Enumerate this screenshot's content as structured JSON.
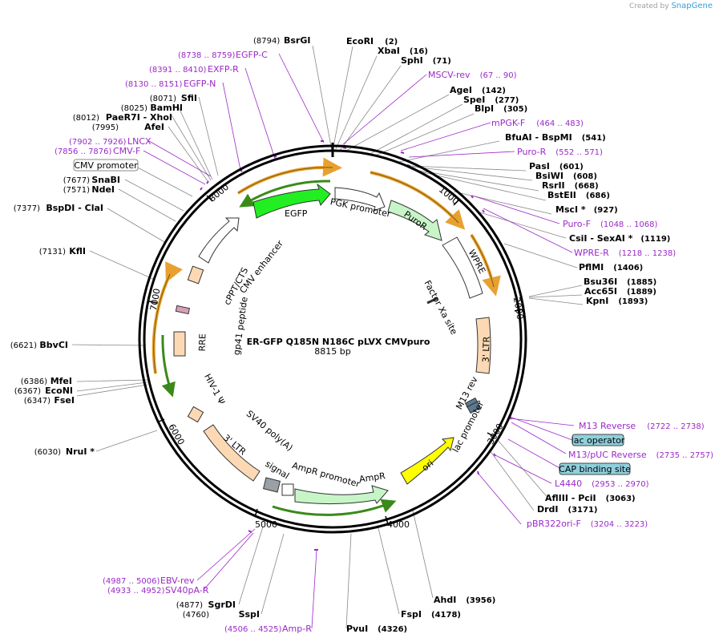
{
  "credit": {
    "prefix": "Created by",
    "brand": "SnapGene"
  },
  "plasmid": {
    "name": "ER-GFP Q185N N186C pLVX CMVpuro",
    "size": "8815 bp"
  },
  "ticks": [
    "1000",
    "2000",
    "3000",
    "4000",
    "5000",
    "6000",
    "7000",
    "8000"
  ],
  "enzymes": {
    "bsrgi": {
      "pos": "(8794)",
      "name": "BsrGI"
    },
    "ecori": {
      "name": "EcoRI",
      "pos": "(2)"
    },
    "xbai": {
      "name": "XbaI",
      "pos": "(16)"
    },
    "sphi": {
      "name": "SphI",
      "pos": "(71)"
    },
    "agei": {
      "name": "AgeI",
      "pos": "(142)"
    },
    "spei": {
      "name": "SpeI",
      "pos": "(277)"
    },
    "blpi": {
      "name": "BlpI",
      "pos": "(305)"
    },
    "bfuai": {
      "name": "BfuAI",
      "sep": " - ",
      "name2": "BspMI",
      "pos": "(541)"
    },
    "pasi": {
      "name": "PasI",
      "pos": "(601)"
    },
    "bsiwi": {
      "name": "BsiWI",
      "pos": "(608)"
    },
    "rsrii": {
      "name": "RsrII",
      "pos": "(668)"
    },
    "bsteii": {
      "name": "BstEII",
      "pos": "(686)"
    },
    "msci": {
      "name": "MscI *",
      "pos": "(927)"
    },
    "csii": {
      "name": "CsiI",
      "sep": " - ",
      "name2": "SexAI *",
      "pos": "(1119)"
    },
    "pflmi": {
      "name": "PflMI",
      "pos": "(1406)"
    },
    "bsu36i": {
      "name": "Bsu36I",
      "pos": "(1885)"
    },
    "acc65i": {
      "name": "Acc65I",
      "pos": "(1889)"
    },
    "kpni": {
      "name": "KpnI",
      "pos": "(1893)"
    },
    "afliii": {
      "name": "AflIII",
      "sep": " - ",
      "name2": "PciI",
      "pos": "(3063)"
    },
    "drdi": {
      "name": "DrdI",
      "pos": "(3171)"
    },
    "ahdi": {
      "name": "AhdI",
      "pos": "(3956)"
    },
    "fspi": {
      "name": "FspI",
      "pos": "(4178)"
    },
    "pvui": {
      "name": "PvuI",
      "pos": "(4326)"
    },
    "sspi": {
      "pos": "(4760)",
      "name": "SspI"
    },
    "sgrdi": {
      "pos": "(4877)",
      "name": "SgrDI"
    },
    "nrui": {
      "pos": "(6030)",
      "name": "NruI *"
    },
    "fsei": {
      "pos": "(6347)",
      "name": "FseI"
    },
    "econi": {
      "pos": "(6367)",
      "name": "EcoNI"
    },
    "mfei": {
      "pos": "(6386)",
      "name": "MfeI"
    },
    "bbvci": {
      "pos": "(6621)",
      "name": "BbvCI"
    },
    "kfli": {
      "pos": "(7131)",
      "name": "KflI"
    },
    "bspdi": {
      "pos": "(7377)",
      "name": "BspDI",
      "sep": " - ",
      "name2": "ClaI"
    },
    "ndei": {
      "pos": "(7571)",
      "name": "NdeI"
    },
    "snabi": {
      "pos": "(7677)",
      "name": "SnaBI"
    },
    "afei": {
      "pos": "(7995)",
      "name": "AfeI"
    },
    "paer7i": {
      "pos": "(8012)",
      "name": "PaeR7I",
      "sep": " - ",
      "name2": "XhoI"
    },
    "bamhi": {
      "pos": "(8025)",
      "name": "BamHI"
    },
    "sfii": {
      "pos": "(8071)",
      "name": "SfiI"
    }
  },
  "primers": {
    "egfpc": {
      "pos": "(8738 .. 8759)",
      "name": "EGFP-C"
    },
    "exfpr": {
      "pos": "(8391 .. 8410)",
      "name": "EXFP-R"
    },
    "egfpn": {
      "pos": "(8130 .. 8151)",
      "name": "EGFP-N"
    },
    "lncx": {
      "pos": "(7902 .. 7926)",
      "name": "LNCX"
    },
    "cmvf": {
      "pos": "(7856 .. 7876)",
      "name": "CMV-F"
    },
    "msсvrev": {
      "name": "MSCV-rev",
      "pos": "(67 .. 90)"
    },
    "mpgkf": {
      "name": "mPGK-F",
      "pos": "(464 .. 483)"
    },
    "puror": {
      "name": "Puro-R",
      "pos": "(552 .. 571)"
    },
    "purof": {
      "name": "Puro-F",
      "pos": "(1048 .. 1068)"
    },
    "wprer": {
      "name": "WPRE-R",
      "pos": "(1218 .. 1238)"
    },
    "m13reverse": {
      "name": "M13 Reverse",
      "pos": "(2722 .. 2738)"
    },
    "m13puc": {
      "name": "M13/pUC Reverse",
      "pos": "(2735 .. 2757)"
    },
    "l4440": {
      "name": "L4440",
      "pos": "(2953 .. 2970)"
    },
    "pbr322": {
      "name": "pBR322ori-F",
      "pos": "(3204 .. 3223)"
    },
    "ebvrev": {
      "pos": "(4987 .. 5006)",
      "name": "EBV-rev"
    },
    "sv40par": {
      "pos": "(4933 .. 4952)",
      "name": "SV40pA-R"
    },
    "ampr": {
      "pos": "(4506 .. 4525)",
      "name": "Amp-R"
    }
  },
  "boxed": {
    "cmvpromoter": "CMV promoter",
    "lacoperator": "lac operator",
    "capsite": "CAP binding site"
  },
  "features": {
    "egfp": "EGFP",
    "pgk": "PGK promoter",
    "puror": "PuroR",
    "wpre": "WPRE",
    "factorxa": "Factor Xa site",
    "ltr3a": "3' LTR",
    "m13rev": "M13 rev",
    "lacpromoter": "lac promoter",
    "ori": "ori",
    "ampr": "AmpR",
    "amprpromoter": "AmpR promoter",
    "sv40": "SV40 poly(A)",
    "signal": "signal",
    "ltr3b": "3' LTR",
    "hiv": "HIV-1 Ψ",
    "rre": "RRE",
    "gp41": "gp41 peptide",
    "cppt": "cPPT/CTS",
    "cmvenh": "CMV enhancer"
  },
  "colors": {
    "primer": "#9b28c8",
    "egfp": "#22ee22",
    "puror": "#c8f5c8",
    "ampr": "#c8f5c8",
    "ori": "#ffff00",
    "ltr": "#fcd9b4",
    "orf_arc": "#e8a030",
    "green_arc": "#3a8a1a"
  }
}
